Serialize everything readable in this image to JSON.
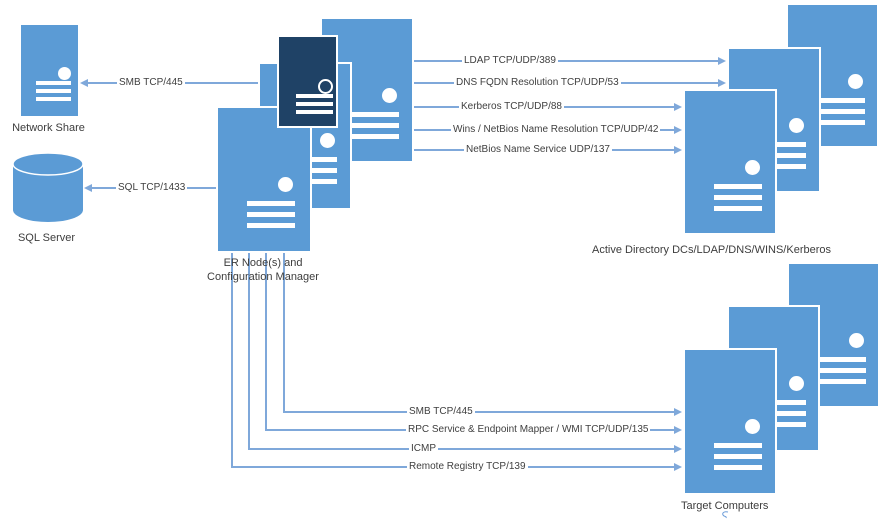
{
  "diagram_type": "network-ports-architecture",
  "colors": {
    "server_fill": "#5B9BD5",
    "server_dark_fill": "#1F4266",
    "connector": "#7FA8DA",
    "text": "#404040"
  },
  "nodes": {
    "network_share": {
      "label": "Network Share",
      "shape": "server",
      "server_count": 1
    },
    "sql_server": {
      "label": "SQL Server",
      "shape": "database-cylinder",
      "server_count": 1
    },
    "er_node": {
      "label_line1": "ER Node(s) and",
      "label_line2": "Configuration Manager",
      "shape": "server-stack",
      "server_count": 4
    },
    "active_directory": {
      "label": "Active Directory DCs/LDAP/DNS/WINS/Kerberos",
      "shape": "server-stack",
      "server_count": 3
    },
    "target_computers": {
      "label": "Target Computers",
      "shape": "server-stack",
      "server_count": 3
    }
  },
  "connections": [
    {
      "label": "SMB TCP/445",
      "from": "er_node",
      "to": "network_share",
      "arrow": "left"
    },
    {
      "label": "SQL TCP/1433",
      "from": "er_node",
      "to": "sql_server",
      "arrow": "left"
    },
    {
      "label": "LDAP TCP/UDP/389",
      "from": "er_node",
      "to": "active_directory",
      "arrow": "right"
    },
    {
      "label": "DNS FQDN Resolution TCP/UDP/53",
      "from": "er_node",
      "to": "active_directory",
      "arrow": "right"
    },
    {
      "label": "Kerberos TCP/UDP/88",
      "from": "er_node",
      "to": "active_directory",
      "arrow": "right"
    },
    {
      "label": "Wins / NetBios Name Resolution TCP/UDP/42",
      "from": "er_node",
      "to": "active_directory",
      "arrow": "right"
    },
    {
      "label": "NetBios Name Service UDP/137",
      "from": "er_node",
      "to": "active_directory",
      "arrow": "right"
    },
    {
      "label": "SMB TCP/445",
      "from": "er_node",
      "to": "target_computers",
      "arrow": "right"
    },
    {
      "label": "RPC Service & Endpoint Mapper / WMI TCP/UDP/135",
      "from": "er_node",
      "to": "target_computers",
      "arrow": "right"
    },
    {
      "label": "ICMP",
      "from": "er_node",
      "to": "target_computers",
      "arrow": "right"
    },
    {
      "label": "Remote Registry TCP/139",
      "from": "er_node",
      "to": "target_computers",
      "arrow": "right"
    }
  ]
}
